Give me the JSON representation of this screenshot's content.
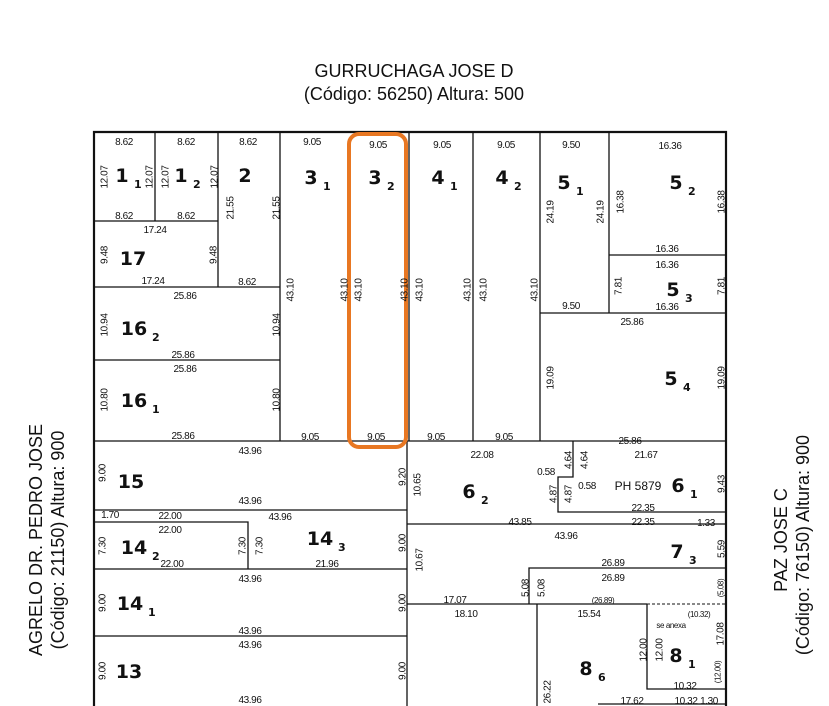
{
  "streets": {
    "top": {
      "name": "GURRUCHAGA JOSE D",
      "info": "(Código: 56250) Altura: 500"
    },
    "left": {
      "name": "AGRELO DR. PEDRO JOSE",
      "info": "(Código: 21150) Altura: 900"
    },
    "right": {
      "name": "PAZ JOSE C",
      "info": "(Código: 76150) Altura: 900"
    }
  },
  "highlight_color": "#E87722",
  "highlighted_lot": "3 2",
  "lots": [
    {
      "num": "1",
      "sub": "1"
    },
    {
      "num": "1",
      "sub": "2"
    },
    {
      "num": "2",
      "sub": ""
    },
    {
      "num": "3",
      "sub": "1"
    },
    {
      "num": "3",
      "sub": "2"
    },
    {
      "num": "4",
      "sub": "1"
    },
    {
      "num": "4",
      "sub": "2"
    },
    {
      "num": "5",
      "sub": "1"
    },
    {
      "num": "5",
      "sub": "2"
    },
    {
      "num": "17",
      "sub": ""
    },
    {
      "num": "5",
      "sub": "3"
    },
    {
      "num": "16",
      "sub": "2"
    },
    {
      "num": "16",
      "sub": "1"
    },
    {
      "num": "5",
      "sub": "4"
    },
    {
      "num": "15",
      "sub": ""
    },
    {
      "num": "6",
      "sub": "2"
    },
    {
      "num": "6",
      "sub": "1"
    },
    {
      "num": "14",
      "sub": "2"
    },
    {
      "num": "14",
      "sub": "3"
    },
    {
      "num": "14",
      "sub": "1"
    },
    {
      "num": "7",
      "sub": "3"
    },
    {
      "num": "13",
      "sub": ""
    },
    {
      "num": "8",
      "sub": "6"
    },
    {
      "num": "8",
      "sub": "1"
    }
  ],
  "ph_label": "PH 5879",
  "dims": [
    "8.62",
    "8.62",
    "8.62",
    "9.05",
    "9.05",
    "9.05",
    "9.05",
    "9.50",
    "16.36",
    "12.07",
    "12.07",
    "12.07",
    "12.07",
    "8.62",
    "8.62",
    "21.55",
    "21.55",
    "17.24",
    "9.48",
    "9.48",
    "17.24",
    "8.62",
    "25.86",
    "10.94",
    "10.94",
    "25.86",
    "25.86",
    "10.80",
    "10.80",
    "25.86",
    "9.05",
    "9.05",
    "9.05",
    "9.05",
    "43.10",
    "43.10",
    "43.10",
    "43.10",
    "43.10",
    "43.10",
    "43.10",
    "43.10",
    "24.19",
    "24.19",
    "16.38",
    "16.38",
    "16.36",
    "16.36",
    "7.81",
    "7.81",
    "16.36",
    "9.50",
    "25.86",
    "19.09",
    "19.09",
    "25.86",
    "43.96",
    "9.00",
    "9.20",
    "43.96",
    "1.70",
    "22.00",
    "43.96",
    "22.00",
    "7.30",
    "7.30",
    "7.30",
    "9.00",
    "22.00",
    "21.96",
    "43.96",
    "9.00",
    "9.00",
    "43.96",
    "43.96",
    "9.00",
    "9.00",
    "43.96",
    "22.08",
    "10.65",
    "0.58",
    "4.64",
    "4.64",
    "4.87",
    "4.87",
    "0.58",
    "21.67",
    "9.43",
    "22.35",
    "43.85",
    "22.35",
    "1.33",
    "43.96",
    "5.59",
    "26.89",
    "10.67",
    "26.89",
    "5.08",
    "5.08",
    "(5.08)",
    "17.07",
    "(26.89)",
    "18.10",
    "15.54",
    "(10.32)",
    "se anexa",
    "17.08",
    "12.00",
    "12.00",
    "(12.00)",
    "10.32",
    "26.22",
    "17.62",
    "10.32",
    "1.30"
  ]
}
